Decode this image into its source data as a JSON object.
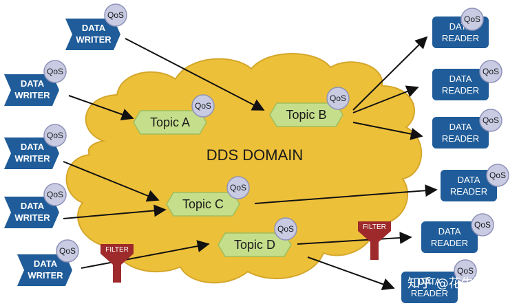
{
  "domain": {
    "label": "DDS DOMAIN"
  },
  "qos_label": "QoS",
  "filter_label": "FILTER",
  "writer_label": [
    "DATA",
    "WRITER"
  ],
  "reader_label": [
    "DATA",
    "READER"
  ],
  "topics": [
    {
      "id": "topic-a",
      "label": "Topic A"
    },
    {
      "id": "topic-b",
      "label": "Topic B"
    },
    {
      "id": "topic-c",
      "label": "Topic C"
    },
    {
      "id": "topic-d",
      "label": "Topic D"
    }
  ],
  "writer_count": 5,
  "reader_count": 6,
  "connections": [
    {
      "from": "writer-1",
      "to": "topic-b"
    },
    {
      "from": "writer-2",
      "to": "topic-a"
    },
    {
      "from": "writer-3",
      "to": "topic-c"
    },
    {
      "from": "writer-4",
      "to": "topic-c"
    },
    {
      "from": "writer-5",
      "to": "topic-d",
      "filtered": true
    },
    {
      "from": "topic-b",
      "to": "reader-1"
    },
    {
      "from": "topic-b",
      "to": "reader-2"
    },
    {
      "from": "topic-b",
      "to": "reader-3"
    },
    {
      "from": "topic-c",
      "to": "reader-4"
    },
    {
      "from": "topic-d",
      "to": "reader-5",
      "filtered": true
    },
    {
      "from": "topic-d",
      "to": "reader-6"
    }
  ],
  "watermark": "知乎 @花生狗",
  "colors": {
    "cloud": "#EDC03A",
    "cloud_edge": "#D4A62A",
    "topic_fill": "#C5DE8C",
    "topic_edge": "#9CBE5C",
    "box": "#1F5C99",
    "qos_fill": "#C9CBE3",
    "qos_edge": "#8E92B8",
    "filter": "#9E2A2B",
    "arrow": "#111111"
  }
}
